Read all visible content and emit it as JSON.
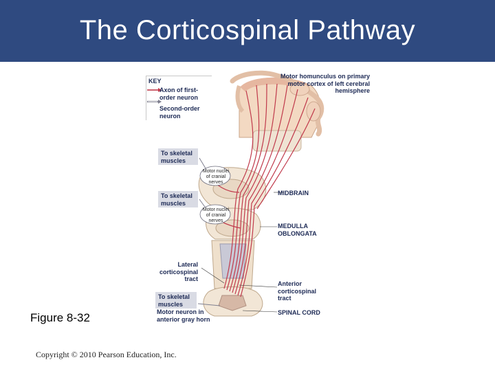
{
  "slide": {
    "title": "The Corticospinal Pathway",
    "figure_label": "Figure 8-32",
    "copyright": "Copyright © 2010 Pearson Education, Inc."
  },
  "key": {
    "heading": "KEY",
    "first_order": "Axon of first-order neuron",
    "second_order": "Second-order neuron"
  },
  "labels": {
    "homunculus": "Motor homunculus on primary motor cortex of left cerebral hemisphere",
    "skeletal_1": "To skeletal muscles",
    "skeletal_2": "To skeletal muscles",
    "skeletal_3": "To skeletal muscles",
    "nuclei_1": "Motor nuclei of cranial nerves",
    "nuclei_2": "Motor nuclei of cranial nerves",
    "midbrain": "MIDBRAIN",
    "medulla": "MEDULLA OBLONGATA",
    "lateral": "Lateral corticospinal tract",
    "anterior": "Anterior corticospinal tract",
    "motor_neuron": "Motor neuron in anterior gray horn",
    "spinal_cord": "SPINAL CORD"
  },
  "colors": {
    "title_bar": "#2f4a80",
    "first_order_axon": "#c0394b",
    "second_order_neuron": "#ffffff",
    "label_text": "#1d2a55",
    "label_box": "#d9dbe4"
  }
}
